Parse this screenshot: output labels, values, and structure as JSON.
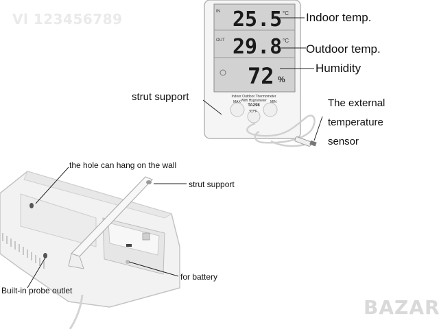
{
  "watermarks": {
    "top_left": "Vl 123456789",
    "bottom_right": "BAZAR"
  },
  "device_display": {
    "indoor_value": "25.5",
    "indoor_unit": "°C",
    "indoor_tag": "IN",
    "outdoor_value": "29.8",
    "outdoor_unit": "°C",
    "outdoor_tag": "OUT",
    "humidity_value": "72",
    "humidity_unit": "%",
    "caption_line1": "Indoor  Outdoor  Thermometer",
    "caption_line2": "With Hygrometer",
    "model": "TA298",
    "button_left": "MAX",
    "button_right": "MIN",
    "button_center": "°C/°F"
  },
  "labels": {
    "indoor_temp": "Indoor temp.",
    "outdoor_temp": "Outdoor temp.",
    "humidity": "Humidity",
    "strut_support_top": "strut support",
    "external_sensor_line1": "The external",
    "external_sensor_line2": "temperature",
    "external_sensor_line3": "sensor",
    "hole_wall": "the hole can hang on the wall",
    "strut_support_bottom": "strut support",
    "battery": "for battery",
    "probe_outlet": "Built-in probe outlet"
  },
  "colors": {
    "body": "#f4f4f4",
    "lcd": "#cfcfcf",
    "outline": "#9a9a9a",
    "leader_line": "#222222",
    "watermark": "#e6e6e6"
  }
}
